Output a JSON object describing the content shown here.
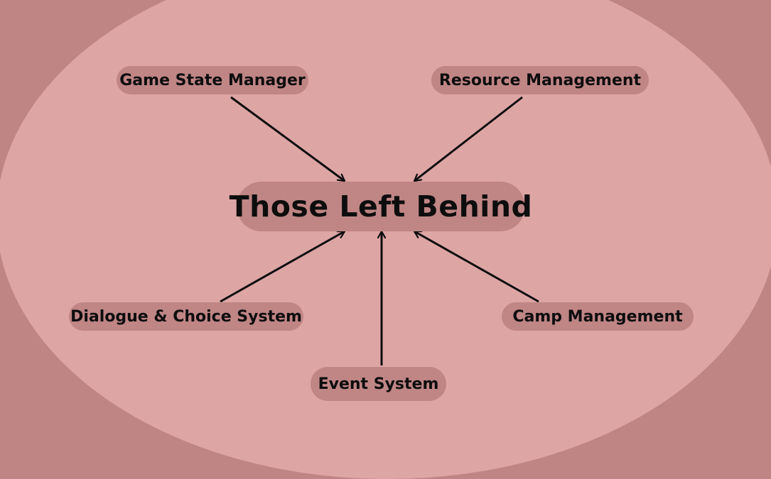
{
  "diagram": {
    "center": {
      "label": "Those Left Behind"
    },
    "nodes": [
      {
        "id": "game-state-manager",
        "label": "Game State Manager"
      },
      {
        "id": "resource-management",
        "label": "Resource Management"
      },
      {
        "id": "dialogue-choice-system",
        "label": "Dialogue & Choice System"
      },
      {
        "id": "event-system",
        "label": "Event System"
      },
      {
        "id": "camp-management",
        "label": "Camp Management"
      }
    ],
    "edges": [
      {
        "from": "game-state-manager",
        "to": "center"
      },
      {
        "from": "resource-management",
        "to": "center"
      },
      {
        "from": "dialogue-choice-system",
        "to": "center"
      },
      {
        "from": "event-system",
        "to": "center"
      },
      {
        "from": "camp-management",
        "to": "center"
      }
    ],
    "colors": {
      "background": "#bf8585",
      "ellipse": "#dea5a5",
      "pill": "#c08585",
      "text": "#0d0d0d",
      "arrow": "#0d0d0d"
    }
  }
}
